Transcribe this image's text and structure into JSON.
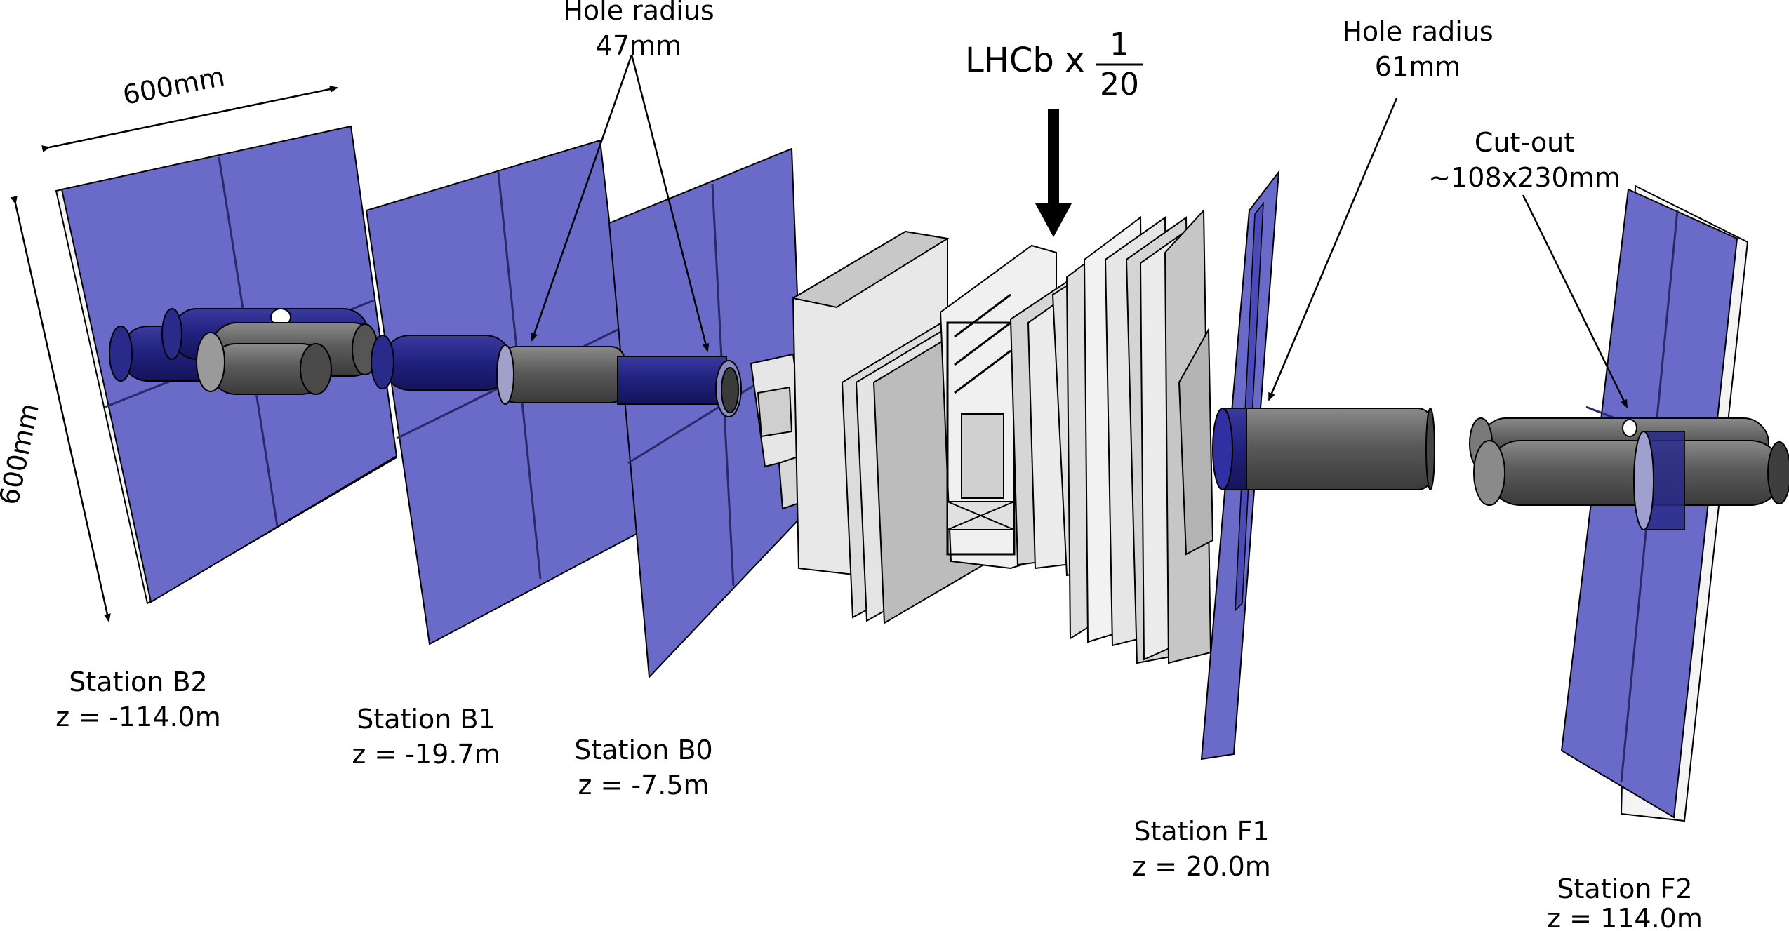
{
  "dimensions": {
    "width_label": "600mm",
    "height_label": "600mm"
  },
  "annotations": {
    "hole_radius_back": {
      "line1": "Hole radius",
      "line2": "47mm"
    },
    "hole_radius_front": {
      "line1": "Hole radius",
      "line2": "61mm"
    },
    "cutout": {
      "line1": "Cut-out",
      "line2": "~108x230mm"
    },
    "lhcb_scale": {
      "prefix": "LHCb x",
      "numerator": "1",
      "denominator": "20"
    }
  },
  "stations": [
    {
      "id": "B2",
      "name": "Station B2",
      "z": "z = -114.0m"
    },
    {
      "id": "B1",
      "name": "Station B1",
      "z": "z = -19.7m"
    },
    {
      "id": "B0",
      "name": "Station B0",
      "z": "z = -7.5m"
    },
    {
      "id": "F1",
      "name": "Station F1",
      "z": "z = 20.0m"
    },
    {
      "id": "F2",
      "name": "Station F2",
      "z": "z = 114.0m"
    }
  ],
  "colors": {
    "plane_fill": "#6a6ac8",
    "plane_fill_light": "#7b7bd6",
    "beam_pipe_dark": "#1e1e78",
    "pipe_grey": "#5a5a5a",
    "detector_grey": "#d2d2d2",
    "outline": "#000000"
  }
}
